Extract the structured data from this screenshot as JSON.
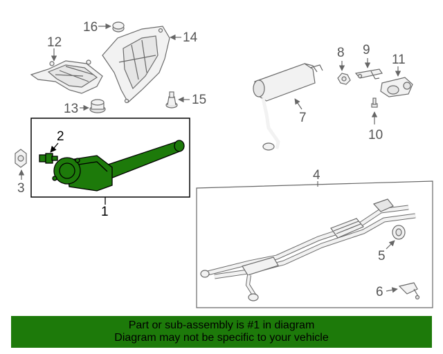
{
  "colors": {
    "highlight": "#1d7a0a",
    "banner_bg": "#1d7a0a",
    "part_outline": "#6a6a6a",
    "callout_text": "#555555"
  },
  "callouts": {
    "c1": "1",
    "c2": "2",
    "c3": "3",
    "c4": "4",
    "c5": "5",
    "c6": "6",
    "c7": "7",
    "c8": "8",
    "c9": "9",
    "c10": "10",
    "c11": "11",
    "c12": "12",
    "c13": "13",
    "c14": "14",
    "c15": "15",
    "c16": "16"
  },
  "banner": {
    "line1": "Part or sub-assembly is #1 in diagram",
    "line2": "Diagram may not be specific to your vehicle"
  }
}
